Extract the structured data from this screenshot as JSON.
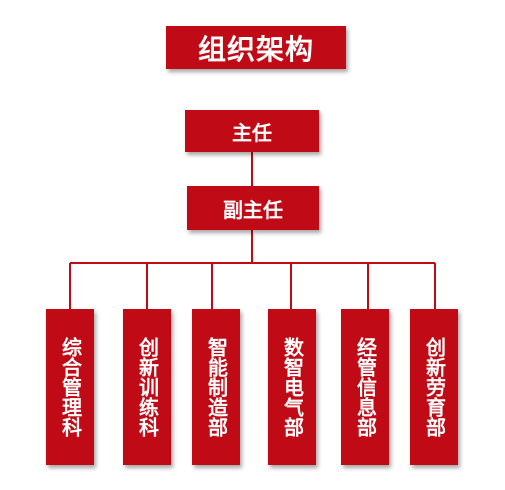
{
  "title": "组织架构",
  "head": "主任",
  "deputy": "副主任",
  "departments": [
    "综合管理科",
    "创新训练科",
    "智能制造部",
    "数智电气部",
    "经管信息部",
    "创新劳育部"
  ],
  "colors": {
    "box": "#c00a16",
    "line": "#c00a16",
    "text": "#ffffff"
  }
}
